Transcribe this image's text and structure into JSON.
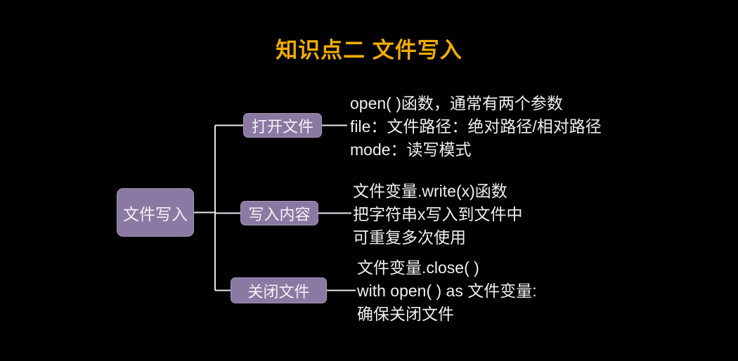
{
  "title": "知识点二 文件写入",
  "colors": {
    "background": "#000000",
    "title": "#F0AD00",
    "node_fill": "#8A79A2",
    "node_border": "#A496B8",
    "node_text": "#F5F2F7",
    "connector": "#E9E7ED",
    "description_text": "#F0EEF3"
  },
  "mindmap": {
    "root": {
      "label": "文件写入"
    },
    "branches": [
      {
        "label": "打开文件",
        "lines": [
          "open( )函数，通常有两个参数",
          "file：文件路径：绝对路径/相对路径",
          "mode：读写模式"
        ]
      },
      {
        "label": "写入内容",
        "lines": [
          "文件变量.write(x)函数",
          "把字符串x写入到文件中",
          "可重复多次使用"
        ]
      },
      {
        "label": "关闭文件",
        "lines": [
          "文件变量.close( )",
          "with open( ) as 文件变量:",
          "确保关闭文件"
        ]
      }
    ]
  }
}
